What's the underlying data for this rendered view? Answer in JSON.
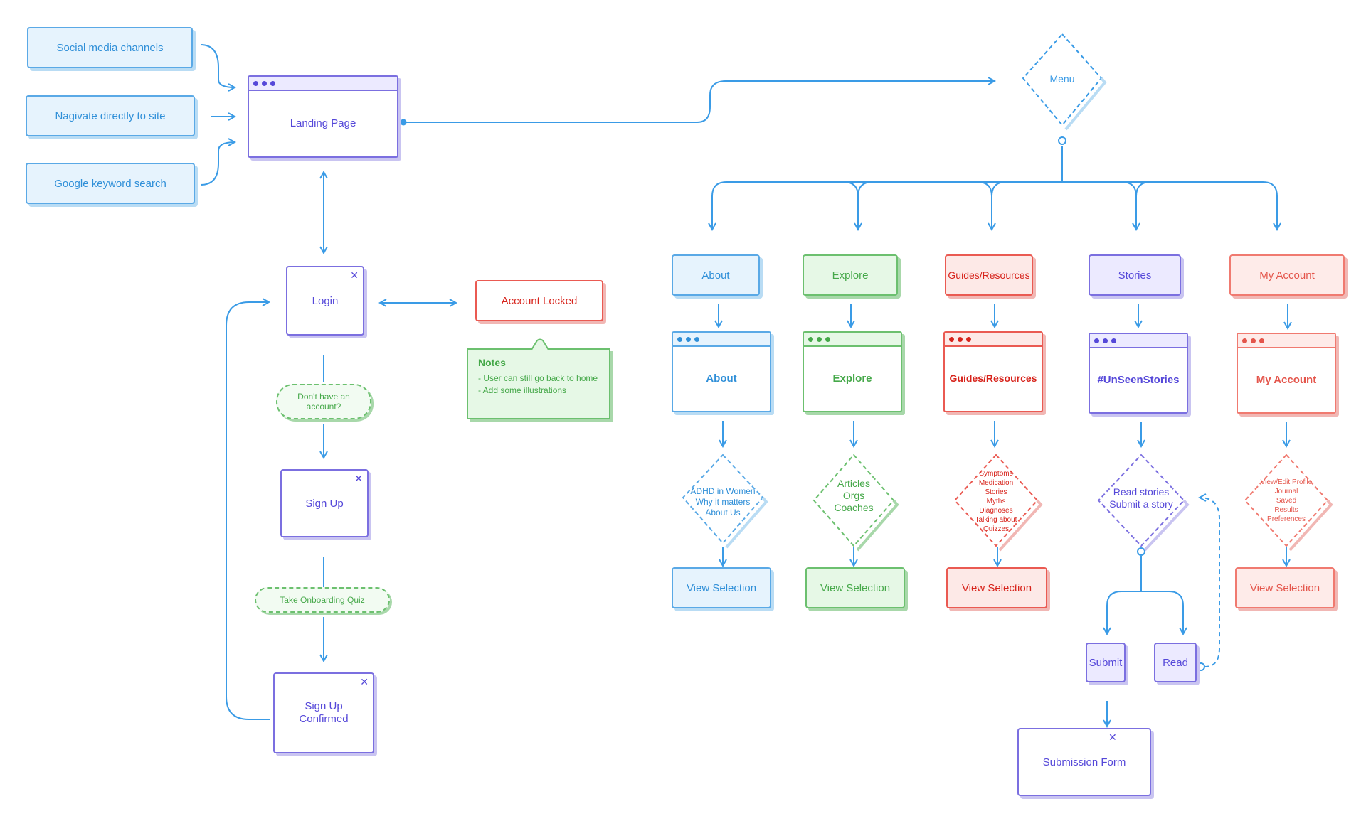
{
  "sources": [
    "Social media channels",
    "Nagivate directly to site",
    "Google keyword search"
  ],
  "landing": "Landing Page",
  "menu": "Menu",
  "login": "Login",
  "account_locked": "Account Locked",
  "notes": {
    "title": "Notes",
    "lines": [
      "- User can still go back to home",
      "- Add some illustrations"
    ]
  },
  "dont_have_account": "Don't have an account?",
  "sign_up": "Sign Up",
  "onboarding_quiz": "Take Onboarding Quiz",
  "sign_up_confirmed": "Sign Up Confirmed",
  "sections": [
    {
      "tab": "About",
      "window": "About",
      "items": [
        "ADHD in Women",
        "Why it matters",
        "About Us"
      ],
      "action": "View Selection"
    },
    {
      "tab": "Explore",
      "window": "Explore",
      "items": [
        "Articles",
        "Orgs",
        "Coaches"
      ],
      "action": "View Selection"
    },
    {
      "tab": "Guides/Resources",
      "window": "Guides/Resources",
      "items": [
        "Symptoms",
        "Medication",
        "Stories",
        "Myths",
        "Diagnoses",
        "Talking about",
        "Quizzes"
      ],
      "action": "View Selection"
    },
    {
      "tab": "Stories",
      "window": "#UnSeenStories",
      "items": [
        "Read stories",
        "Submit a story"
      ]
    },
    {
      "tab": "My Account",
      "window": "My Account",
      "items": [
        "View/Edit Profile",
        "Journal",
        "Saved",
        "Results",
        "Preferences"
      ],
      "action": "View Selection"
    }
  ],
  "stories_actions": {
    "submit": "Submit",
    "read": "Read"
  },
  "submission_form": "Submission Form",
  "colors": {
    "blue": "#3a9be6",
    "purple": "#5548d9",
    "green": "#45a849",
    "red": "#d7231b",
    "salmon": "#e4554b"
  }
}
